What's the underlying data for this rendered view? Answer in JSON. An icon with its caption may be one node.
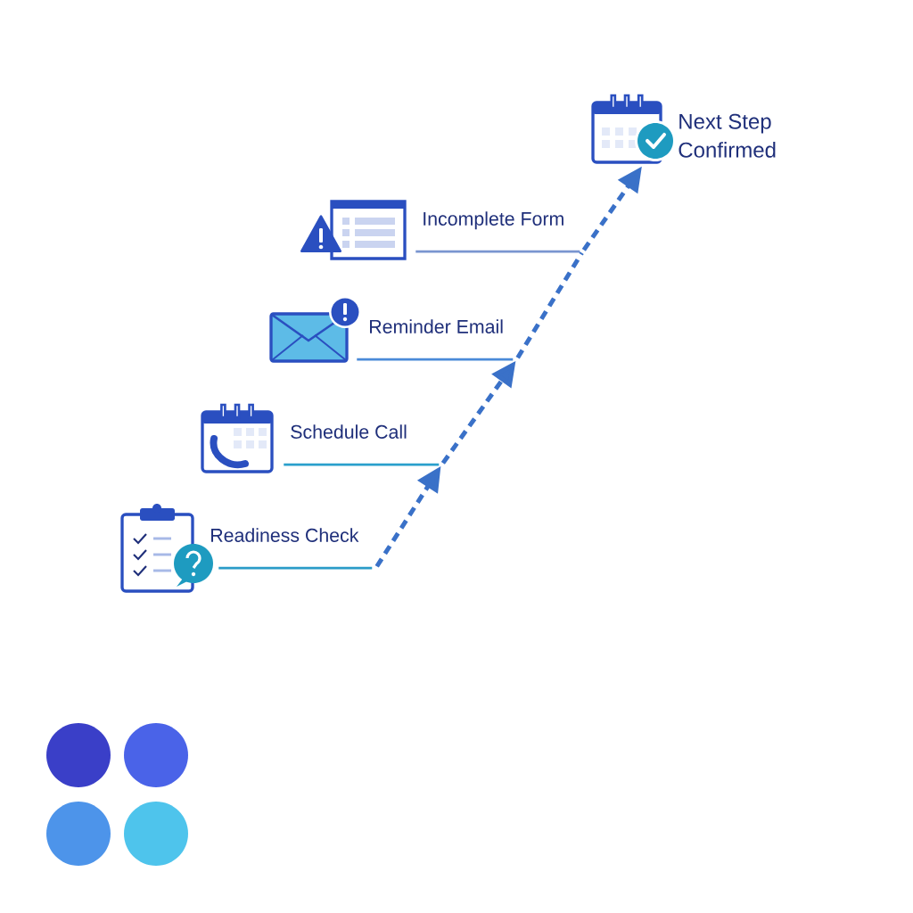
{
  "diagram": {
    "nodes": [
      {
        "text": [
          "Readiness Check"
        ]
      },
      {
        "text": [
          "Schedule Call"
        ]
      },
      {
        "text": [
          "Reminder Email"
        ]
      },
      {
        "text": [
          "Incomplete Form"
        ]
      },
      {
        "text": [
          "Next Step Confirmed"
        ]
      }
    ],
    "edges": [
      {
        "from": 0,
        "to": 1,
        "arrow": "to",
        "style": "dashed"
      },
      {
        "from": 1,
        "to": 2,
        "arrow": "to",
        "style": "dashed"
      },
      {
        "from": 2,
        "to": 3,
        "arrow": "none",
        "style": "dashed"
      },
      {
        "from": 3,
        "to": 4,
        "arrow": "to",
        "style": "dashed"
      }
    ]
  }
}
